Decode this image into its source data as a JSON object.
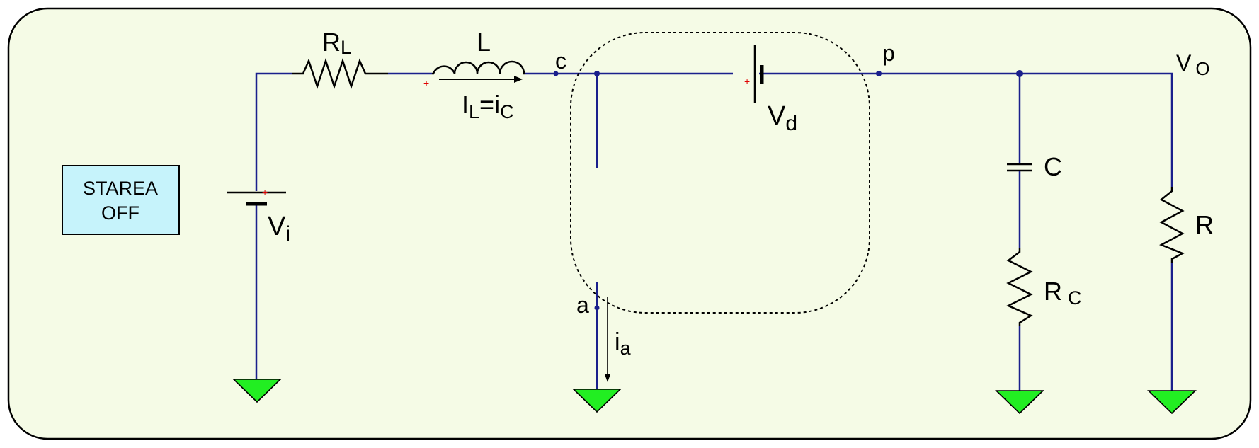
{
  "panel": {
    "background": "#f5fbe6",
    "border": "#000000"
  },
  "mode_button": {
    "line1": "STAREA",
    "line2": "OFF",
    "fill": "#c6f3fb"
  },
  "labels": {
    "rl_main": "R",
    "rl_sub": "L",
    "l": "L",
    "il_main": "I",
    "il_sub": "L",
    "il_eq": "=i",
    "il_sub2": "C",
    "c_node": "c",
    "p_node": "p",
    "vo_main": "V",
    "vo_sub": "O",
    "vd_main": "V",
    "vd_sub": "d",
    "vi_main": "V",
    "vi_sub": "i",
    "cap": "C",
    "rc_main": "R",
    "rc_sub": "C",
    "r": "R",
    "a_node": "a",
    "ia_main": "i",
    "ia_sub": "a"
  },
  "polarity_mark": "+",
  "colors": {
    "wire": "#1a1f8c",
    "ground": "#22ee22",
    "polarity": "#e00000"
  }
}
